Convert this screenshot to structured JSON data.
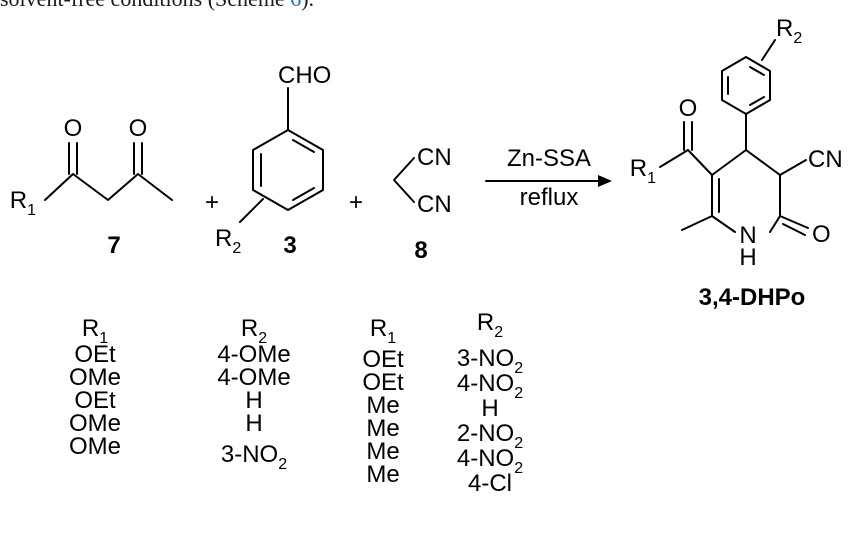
{
  "header": {
    "text": "solvent-free conditions (Scheme ",
    "ref": "6",
    "suffix": ")."
  },
  "reagents": {
    "compound7": {
      "label": "7",
      "r_group": "R1",
      "oxygen": "O"
    },
    "compound3": {
      "label": "3",
      "r_group": "R2",
      "group": "CHO"
    },
    "compound8": {
      "label": "8",
      "group": "CN"
    },
    "plus": "+"
  },
  "arrow": {
    "catalyst": "Zn-SSA",
    "condition": "reflux"
  },
  "product": {
    "label": "3,4-DHPo",
    "r1": "R1",
    "r2": "R2",
    "oxygen": "O",
    "cn": "CN",
    "nh_n": "N",
    "nh_h": "H"
  },
  "substituents": {
    "col1": {
      "header": "R1",
      "values": [
        "OEt",
        "OMe",
        "OEt",
        "OMe",
        "OMe"
      ]
    },
    "col2": {
      "header": "R2",
      "values": [
        "4-OMe",
        "4-OMe",
        "H",
        "H",
        "3-NO2"
      ]
    },
    "col3": {
      "header": "R1",
      "values": [
        "OEt",
        "OEt",
        "Me",
        "Me",
        "Me",
        "Me"
      ]
    },
    "col4": {
      "header": "R2",
      "values": [
        "3-NO2",
        "4-NO2",
        "H",
        "2-NO2",
        "4-NO2",
        "4-Cl"
      ]
    }
  }
}
